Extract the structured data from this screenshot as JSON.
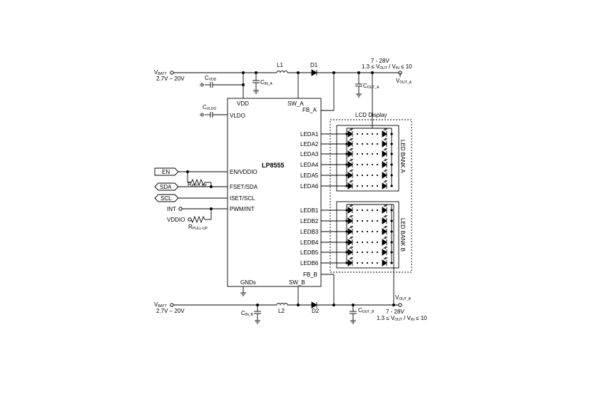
{
  "chip": {
    "name": "LP8555",
    "pins_left": [
      "VDD",
      "VLDO",
      "EN/VDDIO",
      "FSET/SDA",
      "ISET/SCL",
      "PWM/INT",
      "GNDs"
    ],
    "pins_right": [
      "SW_A",
      "FB_A",
      "FB_B",
      "SW_B"
    ],
    "leda": [
      "LEDA1",
      "LEDA2",
      "LEDA3",
      "LEDA4",
      "LEDA5",
      "LEDA6"
    ],
    "ledb": [
      "LEDB1",
      "LEDB2",
      "LEDB3",
      "LEDB4",
      "LEDB5",
      "LEDB6"
    ]
  },
  "top": {
    "vbatt": "V",
    "vbatt_sub": "BATT",
    "vbatt_range": "2.7V – 20V",
    "cvdd": "C",
    "cvdd_sub": "VDD",
    "cin": "C",
    "cin_sub": "IN_A",
    "l": "L1",
    "d": "D1",
    "cout": "C",
    "cout_sub": "OUT_A",
    "vout_range": "7 - 28V",
    "ratio": "1.3 ≤ V",
    "ratio_sub1": "OUT",
    "ratio_mid": " / V",
    "ratio_sub2": "IN",
    "ratio_end": " ≤ 10",
    "vout": "V",
    "vout_sub": "OUT_A"
  },
  "bottom": {
    "vbatt": "V",
    "vbatt_sub": "BATT",
    "vbatt_range": "2.7V – 20V",
    "cin": "C",
    "cin_sub": "IN_B",
    "l": "L2",
    "d": "D2",
    "cout": "C",
    "cout_sub": "OUT_B",
    "vout_range": "7 - 28V",
    "ratio": "1.3 ≤ V",
    "ratio_sub1": "OUT",
    "ratio_mid": " / V",
    "ratio_sub2": "IN",
    "ratio_end": " ≤ 10",
    "vout": "V",
    "vout_sub": "OUT_B"
  },
  "vldo_cap": "C",
  "vldo_cap_sub": "VLDO",
  "signals": {
    "en": "EN",
    "sda": "SDA",
    "scl": "SCL",
    "int": "INT",
    "vddio": "VDDIO"
  },
  "rpullup": "R",
  "rpullup_sub": "PULL-UP",
  "display": {
    "title": "LCD Display",
    "bank_a": "LED BANK A",
    "bank_b": "LED BANK B"
  }
}
